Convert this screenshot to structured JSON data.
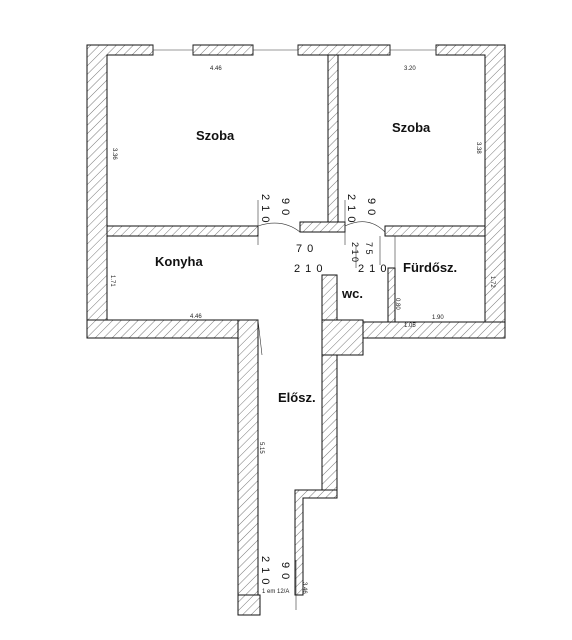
{
  "rooms": {
    "szoba_left": "Szoba",
    "szoba_right": "Szoba",
    "konyha": "Konyha",
    "furdo": "Fürdősz.",
    "wc": "wc.",
    "eloszoba": "Elősz."
  },
  "dimensions": {
    "szoba_left_width": "4.46",
    "szoba_left_height": "3.36",
    "szoba_right_width": "3.20",
    "szoba_right_height": "3.38",
    "konyha_height": "1.71",
    "konyha_width": "4.46",
    "furdo_height": "1.72",
    "furdo_width": "1.90",
    "wc_width": "0.80",
    "bottom_width": "1.05",
    "eloszoba_length": "5.15",
    "entrance_height": "3.46",
    "footnote": "1 em 12/A"
  },
  "doors": {
    "d1": "2 1 0",
    "d1_w": "9 0",
    "d2": "2 1 0",
    "d2_w": "9 0",
    "d3_w": "7 0",
    "d3": "2 1 0",
    "d4": "2 1 0",
    "d4_w": "7 5",
    "d5": "2 1 0",
    "d6": "2 1 0",
    "d6_w": "9 0"
  }
}
